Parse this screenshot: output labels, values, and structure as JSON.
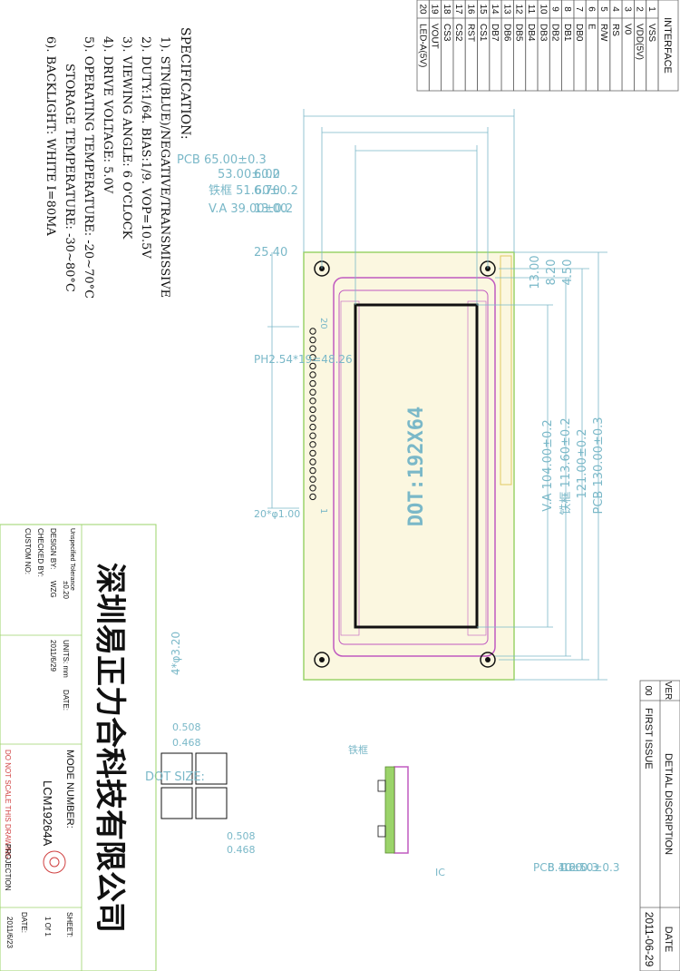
{
  "interface": {
    "header": "INTERFACE",
    "pins": [
      {
        "no": "1",
        "name": "VSS"
      },
      {
        "no": "2",
        "name": "VDD(5V)"
      },
      {
        "no": "3",
        "name": "V0"
      },
      {
        "no": "4",
        "name": "RS"
      },
      {
        "no": "5",
        "name": "R/W"
      },
      {
        "no": "6",
        "name": "E"
      },
      {
        "no": "7",
        "name": "DB0"
      },
      {
        "no": "8",
        "name": "DB1"
      },
      {
        "no": "9",
        "name": "DB2"
      },
      {
        "no": "10",
        "name": "DB3"
      },
      {
        "no": "11",
        "name": "DB4"
      },
      {
        "no": "12",
        "name": "DB5"
      },
      {
        "no": "13",
        "name": "DB6"
      },
      {
        "no": "14",
        "name": "DB7"
      },
      {
        "no": "15",
        "name": "CS1"
      },
      {
        "no": "16",
        "name": "RST"
      },
      {
        "no": "17",
        "name": "CS2"
      },
      {
        "no": "18",
        "name": "CS3"
      },
      {
        "no": "19",
        "name": "VOUT"
      },
      {
        "no": "20",
        "name": "LED-A(5V)"
      }
    ]
  },
  "specification": {
    "title": "SPECIFICATION:",
    "lines": [
      "1). STN(BLUE)/NEGATIVE/TRANSMISSIVE",
      "2). DUTY:1/64. BIAS:1/9. VOP=10.5V",
      "3). VIEWING ANGLE: 6 O'CLOCK",
      "4). DRIVE VOLTAGE: 5.0V",
      "5). OPERATING TEMPERATURE: -20~70°C",
      "STORAGE TEMPERATURE: -30~80°C",
      "6). BACKLIGHT: WHITE I=80MA"
    ]
  },
  "dimensions": {
    "pcb_width": "PCB 65.00±0.3",
    "d53": "53.00±0.2",
    "frame_width": "铁框 51.60±0.2",
    "va_width": "V.A 39.00±0.2",
    "o6": "6.00",
    "o67": "6.70",
    "o13": "13.00",
    "r45": "4.50",
    "r82": "8.20",
    "r13": "13.00",
    "o2540": "25.40",
    "pitch": "PH2.54*19=48.26",
    "pin_hole": "20*φ1.00",
    "pcb_len": "PCB 130.00±0.3",
    "d121": "121.00±0.2",
    "frame_len": "铁框 113.60±0.2",
    "va_len": "V.A 104.00±0.2",
    "mount_hole": "4*φ3.20",
    "dot_label": "DOT:192X64",
    "pin20": "20",
    "pin1": "1",
    "frame_side": "铁框",
    "ic": "IC",
    "t1250": "12.50±0.3",
    "t840": "8.40±0.3",
    "tpcb": "PCB 1.60",
    "dot_size": "DOT SIZE:",
    "ds1": "0.508",
    "ds2": "0.468",
    "ds3": "0.508",
    "ds4": "0.468"
  },
  "revision": {
    "col_ver": "VER",
    "col_desc": "DETIAL DISCRIPTION",
    "col_date": "DATE",
    "ver": "00",
    "desc": "FIRST ISSUE",
    "date": "2011-06-29"
  },
  "title_block": {
    "company": "深圳易正力合科技有限公司",
    "unspecified_label": "Unspecified Tolerance",
    "tolerance": "±0.20",
    "units_label": "UNITS: mm",
    "date_label": "DATE:",
    "design_label": "DESIGN BY:",
    "design_by": "WZG",
    "design_date": "2011/6/29",
    "checked_label": "CHECKED BY:",
    "custom_label": "CUSTOM NO:",
    "model_label": "MODE NUMBER:",
    "model_number": "LCM19264A",
    "warning": "DO NOT SCALE THIS DRAWING",
    "projection_label": "PROJECTION",
    "sheet_label": "SHEET:",
    "sheet_value": "1 Of 1",
    "date2_label": "DATE:",
    "date2_value": "2011/6/23"
  },
  "colors": {
    "dimension": "#7ab8c8",
    "frame": "#c05ac0",
    "pcb": "#9bd36a",
    "tint": "#f7f2d2"
  }
}
